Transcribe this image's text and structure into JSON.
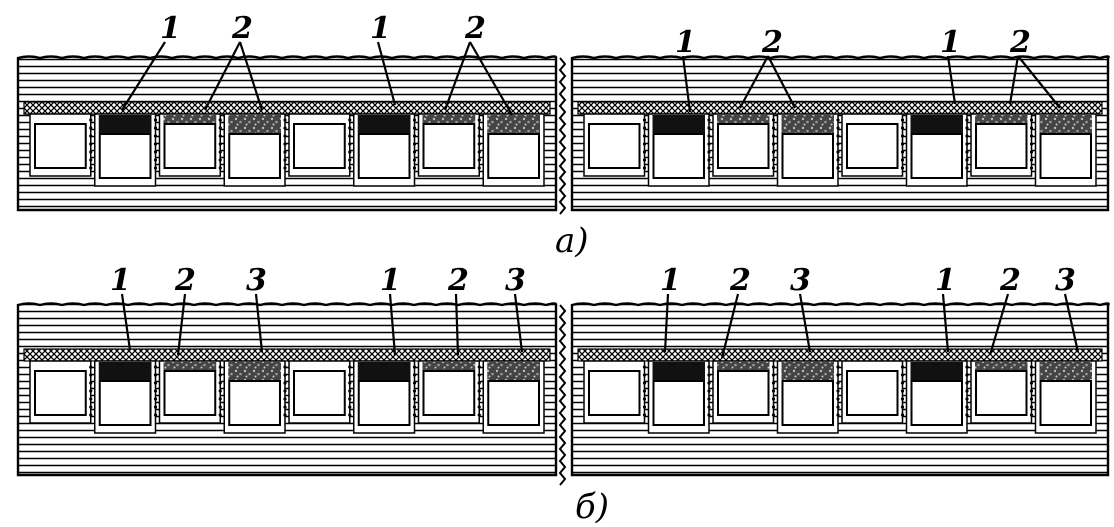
{
  "figure": {
    "panels": [
      {
        "id": "a",
        "caption": "а)",
        "cells_left": [
          "1",
          "2",
          "2",
          "",
          "1",
          "2",
          "2"
        ],
        "cells_right": [
          "1",
          "2",
          "2",
          "",
          "1",
          "2",
          "2"
        ],
        "labels_left": [
          "1",
          "2",
          "1",
          "2"
        ],
        "labels_right": [
          "1",
          "2",
          "1",
          "2"
        ]
      },
      {
        "id": "b",
        "caption": "б)",
        "cells_left": [
          "1",
          "2",
          "3",
          "",
          "1",
          "2",
          "3"
        ],
        "cells_right": [
          "1",
          "2",
          "3",
          "",
          "1",
          "2",
          "3"
        ],
        "labels_left": [
          "1",
          "2",
          "3",
          "1",
          "2",
          "3"
        ],
        "labels_right": [
          "1",
          "2",
          "3",
          "1",
          "2",
          "3"
        ]
      }
    ],
    "colors": {
      "ink": "#000000",
      "paper": "#ffffff"
    }
  }
}
